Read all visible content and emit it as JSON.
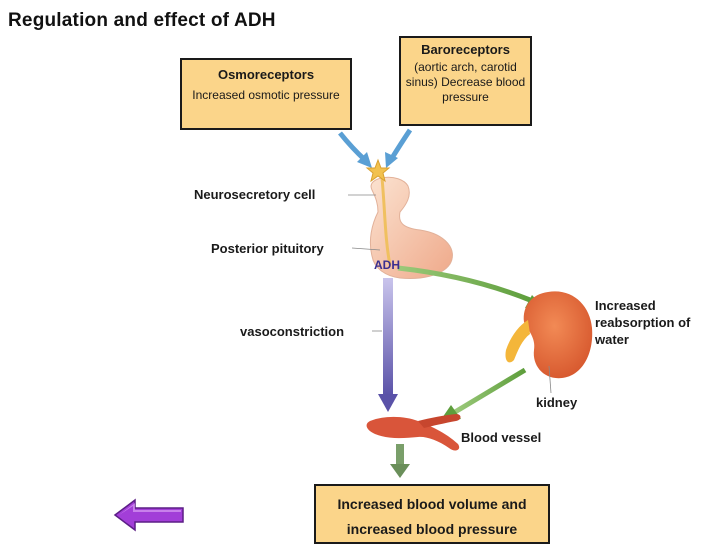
{
  "title": "Regulation and effect of ADH",
  "osmoreceptors": {
    "heading": "Osmoreceptors",
    "text": "Increased osmotic pressure"
  },
  "baroreceptors": {
    "heading": "Baroreceptors",
    "text": "(aortic arch, carotid sinus) Decrease blood pressure"
  },
  "labels": {
    "neurosecretory_cell": "Neurosecretory cell",
    "posterior_pituitory": "Posterior pituitory",
    "adh": "ADH",
    "vasoconstriction": "vasoconstriction",
    "increased_reabsorption": "Increased reabsorption of water",
    "kidney": "kidney",
    "blood_vessel": "Blood vessel"
  },
  "result": {
    "line1": "Increased blood volume and",
    "line2": "increased blood  pressure"
  },
  "colors": {
    "box_fill": "#fbd58a",
    "pituitary": "#f7cfb5",
    "kidney": "#e8683a",
    "vessel": "#d9553a",
    "adh_arrow_green": "#6fae4a",
    "vaso_arrow_purple": "#6a63b0",
    "receptor_arrow_blue": "#5a9fd4",
    "back_button": "#a23ed8"
  },
  "icons": {
    "back_button": "left-arrow-icon"
  }
}
